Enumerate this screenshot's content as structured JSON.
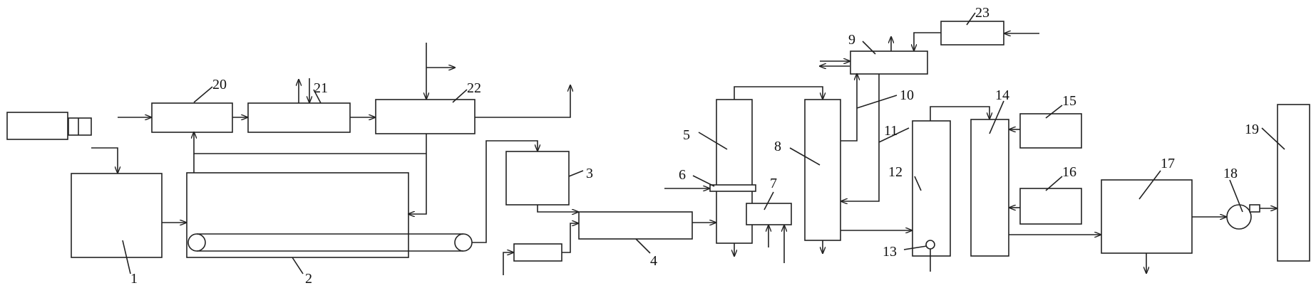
{
  "diagram": {
    "labels": {
      "n1": "1",
      "n2": "2",
      "n3": "3",
      "n4": "4",
      "n5": "5",
      "n6": "6",
      "n7": "7",
      "n8": "8",
      "n9": "9",
      "n10": "10",
      "n11": "11",
      "n12": "12",
      "n13": "13",
      "n14": "14",
      "n15": "15",
      "n16": "16",
      "n17": "17",
      "n18": "18",
      "n19": "19",
      "n20": "20",
      "n21": "21",
      "n22": "22",
      "n23": "23"
    },
    "colors": {
      "stroke": "#222222",
      "background": "#ffffff"
    }
  }
}
